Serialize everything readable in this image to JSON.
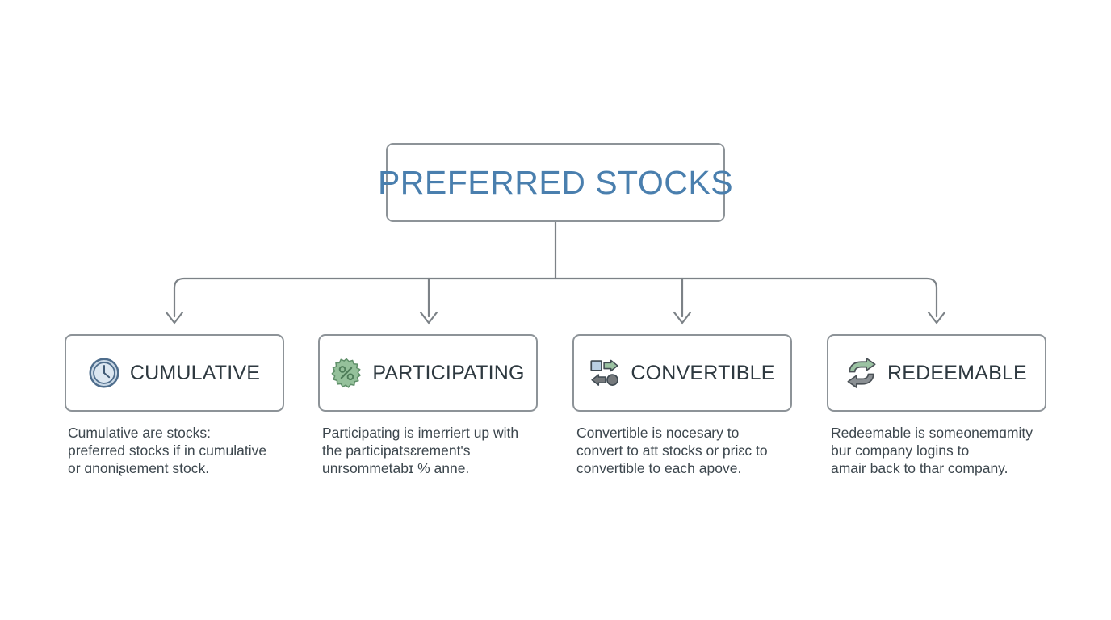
{
  "diagram": {
    "type": "hierarchy-tree",
    "title": "PREFERRED STOCKS",
    "title_color": "#4a7fae",
    "box_border_color": "#8d9398",
    "connector_color": "#7c8287",
    "background": "#ffffff",
    "nodes": [
      {
        "id": "cumulative",
        "label": "CUMULATIVE",
        "icon": "clock-icon",
        "icon_colors": {
          "ring": "#4e6d8c",
          "face": "#c3d3e2",
          "hands": "#3f5a75"
        },
        "caption": "Cumulative are stocks:\npreferred stocks if in cumulative\nor ɑnoniʂɩement stock."
      },
      {
        "id": "participating",
        "label": "PARTICIPATING",
        "icon": "percent-badge-icon",
        "icon_colors": {
          "badge": "#95c19b",
          "stroke": "#5f8f69",
          "symbol": "#4e7d59"
        },
        "caption": "Participating is imerriert up with\nthe participatsɛrement's\nunrsommetabɪ % anne."
      },
      {
        "id": "convertible",
        "label": "CONVERTIBLE",
        "icon": "exchange-arrows-icon",
        "icon_colors": {
          "square": "#b9cfe3",
          "arrow_right": "#9bc2a2",
          "arrow_left": "#75797c",
          "circle": "#75797c"
        },
        "caption": "Convertible is nocesary to\nconvert to att stocks or priɛc to\nconvertible to each apove."
      },
      {
        "id": "redeemable",
        "label": "REDEEMABLE",
        "icon": "cycle-arrows-icon",
        "icon_colors": {
          "arrow_top": "#9bc2a2",
          "arrow_bottom": "#8b9094",
          "stroke": "#4a5156"
        },
        "caption": "Redeemable is someonemɑmity\nbur company logins to\namair back to thar company."
      }
    ]
  }
}
